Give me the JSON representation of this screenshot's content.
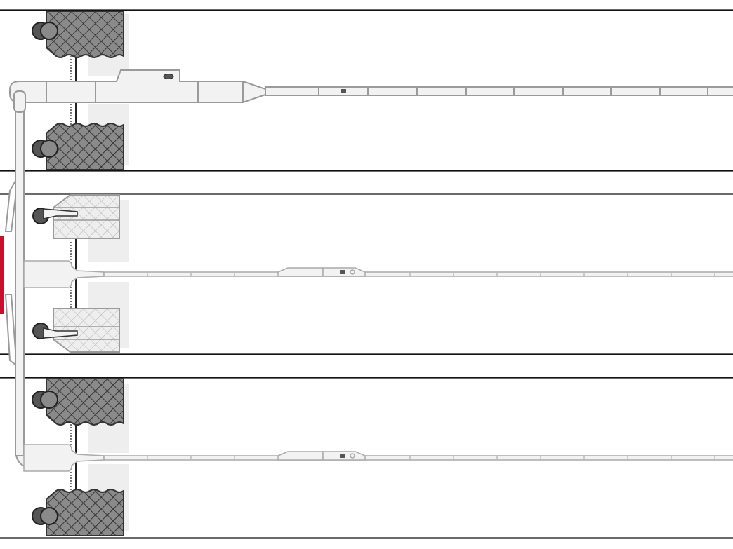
{
  "diagram": {
    "lanes": [
      {
        "id": "lane-1",
        "gripper_style": "dark-mesh",
        "rod_style": "thick"
      },
      {
        "id": "lane-2",
        "gripper_style": "light-mesh",
        "rod_style": "thin"
      },
      {
        "id": "lane-3",
        "gripper_style": "dark-mesh",
        "rod_style": "thin"
      }
    ],
    "colors": {
      "line": "#111111",
      "part_fill": "#f2f2f2",
      "part_stroke": "#9a9a9a",
      "dark_mesh": "#8a8a8a",
      "light_mesh": "#e6e6e6",
      "accent": "#c8102e",
      "shadow_panel": "#eeeeee"
    },
    "icons": [
      "gripper-icon",
      "wheel-icon",
      "rail-icon",
      "marker-icon"
    ]
  }
}
